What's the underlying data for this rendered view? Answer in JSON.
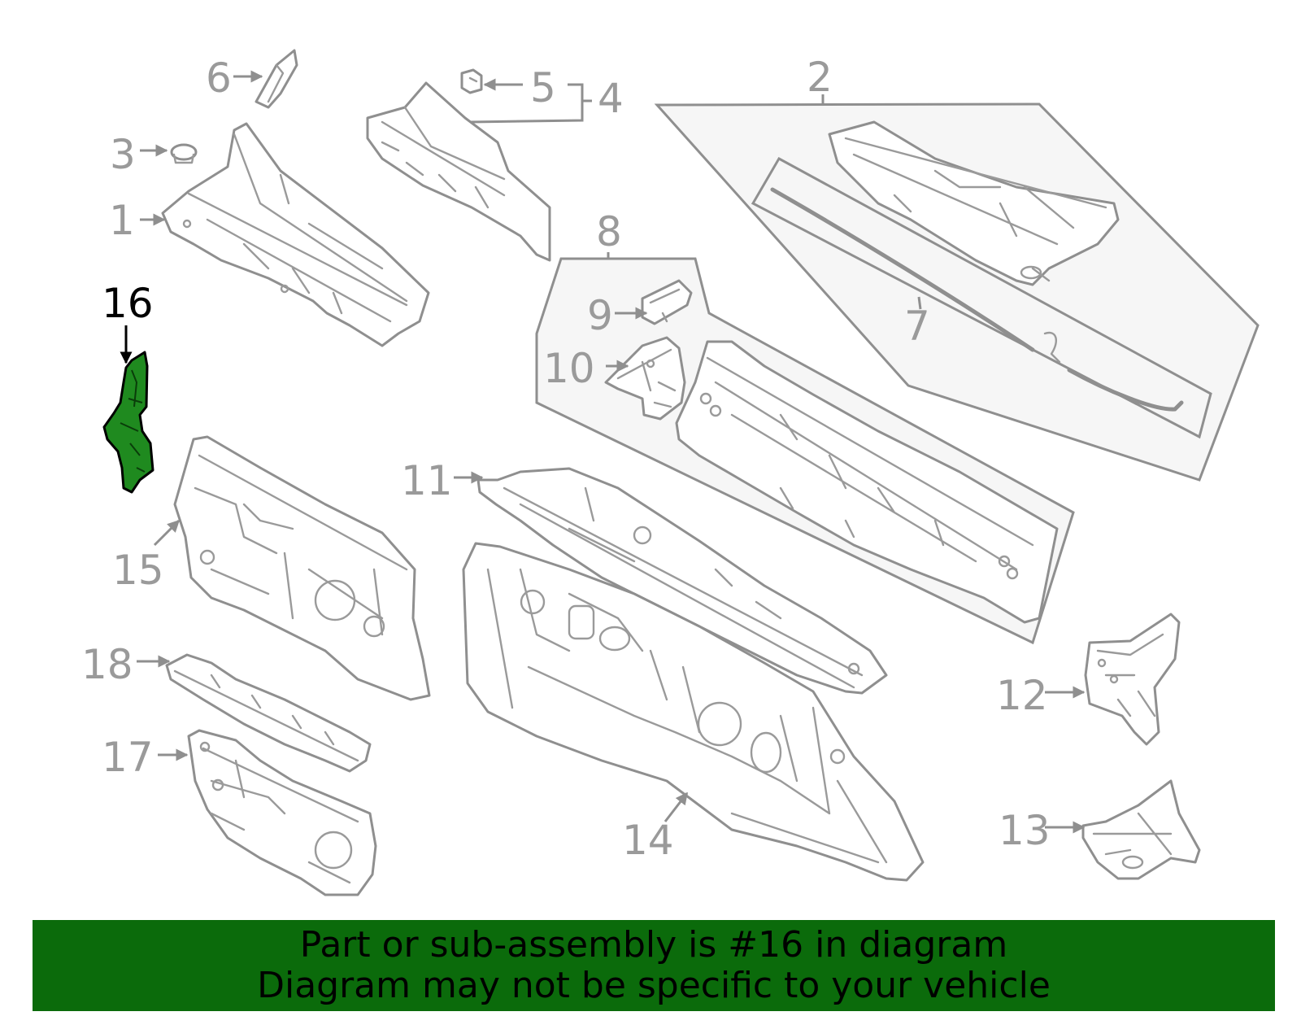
{
  "callouts": {
    "c1": "1",
    "c2": "2",
    "c3": "3",
    "c4": "4",
    "c5": "5",
    "c6": "6",
    "c7": "7",
    "c8": "8",
    "c9": "9",
    "c10": "10",
    "c11": "11",
    "c12": "12",
    "c13": "13",
    "c14": "14",
    "c15": "15",
    "c16": "16",
    "c17": "17",
    "c18": "18"
  },
  "highlighted_part": "16",
  "colors": {
    "highlight_fill": "#1f8a1f",
    "banner_background": "#0b6b0b",
    "outline": "#8f8f8f",
    "callout_text": "#9a9a9a"
  },
  "banner": {
    "line1": "Part or sub-assembly is #16 in diagram",
    "line2": "Diagram may not be specific to your vehicle"
  }
}
